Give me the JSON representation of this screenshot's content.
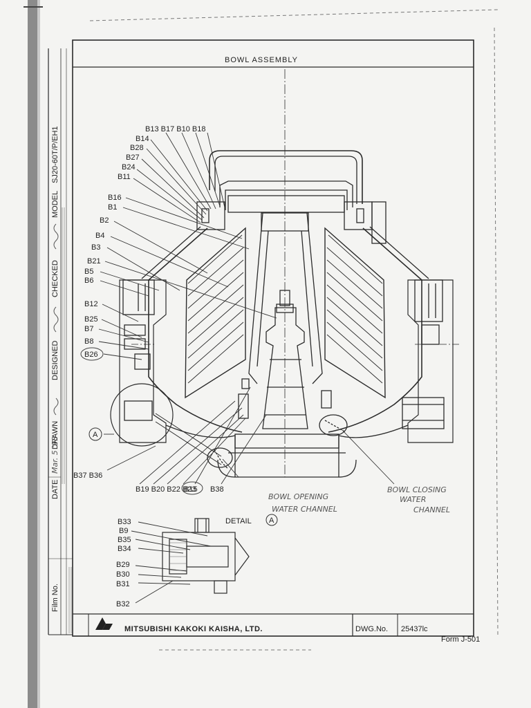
{
  "title": "BOWL ASSEMBLY",
  "title_block": {
    "company": "MITSUBISHI KAKOKI KAISHA, LTD.",
    "dwg_no_label": "DWG.No.",
    "dwg_no": "25437lc",
    "form_ref": "Form J-501"
  },
  "side_block": {
    "model_label": "MODEL",
    "model": "SJ20-60T/P/EH1",
    "checked_label": "CHECKED",
    "designed_label": "DESIGNED",
    "drawn_label": "DRAWN",
    "date_label": "DATE",
    "date_value": "Mar. 5 '93",
    "film_label": "Film No."
  },
  "callouts": {
    "top_row": "B13 B17 B10 B18",
    "B14": "B14",
    "B28": "B28",
    "B27": "B27",
    "B24": "B24",
    "B11": "B11",
    "B16": "B16",
    "B1": "B1",
    "B2": "B2",
    "B4": "B4",
    "B3": "B3",
    "B21": "B21",
    "B5": "B5",
    "B6": "B6",
    "B12": "B12",
    "B25": "B25",
    "B7": "B7",
    "B8": "B8",
    "B26": "B26",
    "A": "A",
    "B37B36": "B37 B36",
    "bottom_row": "B19 B20 B22 B23",
    "B15": "B15",
    "B38": "B38",
    "detail": "DETAIL",
    "B33": "B33",
    "B9": "B9",
    "B35": "B35",
    "B34": "B34",
    "B29": "B29",
    "B30": "B30",
    "B31": "B31",
    "B32": "B32"
  },
  "annotations": {
    "opening_1": "BOWL OPENING",
    "opening_2": "WATER CHANNEL",
    "closing_1": "BOWL CLOSING",
    "closing_2": "WATER",
    "closing_3": "CHANNEL"
  }
}
